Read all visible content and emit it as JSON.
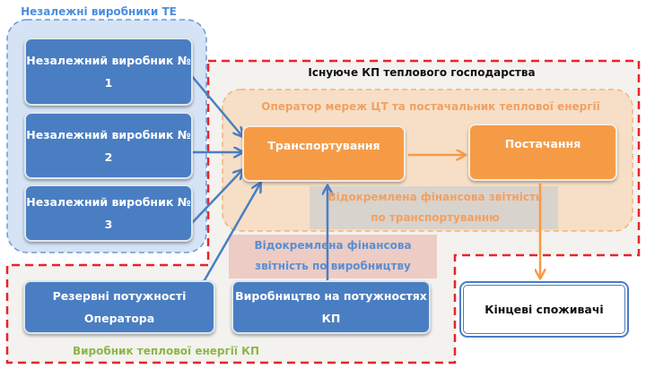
{
  "independent_group": {
    "title": "Незалежні виробники ТЕ",
    "producers": [
      "Незалежний виробник № 1",
      "Незалежний виробник № 2",
      "Незалежний виробник № 3"
    ]
  },
  "existing_group": {
    "title": "Існуюче КП теплового господарства"
  },
  "operator_group": {
    "title": "Оператор мереж ЦТ та постачальник теплової енергії",
    "transport": "Транспортування",
    "supply": "Постачання",
    "transport_reporting": "Відокремлена фінансова звітність по транспортуванню"
  },
  "production_reporting": "Відокремлена фінансова звітність по виробництву",
  "producer_group": {
    "title": "Виробник теплової енергії КП",
    "reserve": "Резервні потужності Оператора",
    "production": "Виробництво на потужностях КП"
  },
  "end_consumers": "Кінцеві споживачі",
  "colors": {
    "blue": "#4a7ec2",
    "orange": "#f69b45",
    "red_dash": "#e8242a",
    "green_text": "#8db54a"
  }
}
